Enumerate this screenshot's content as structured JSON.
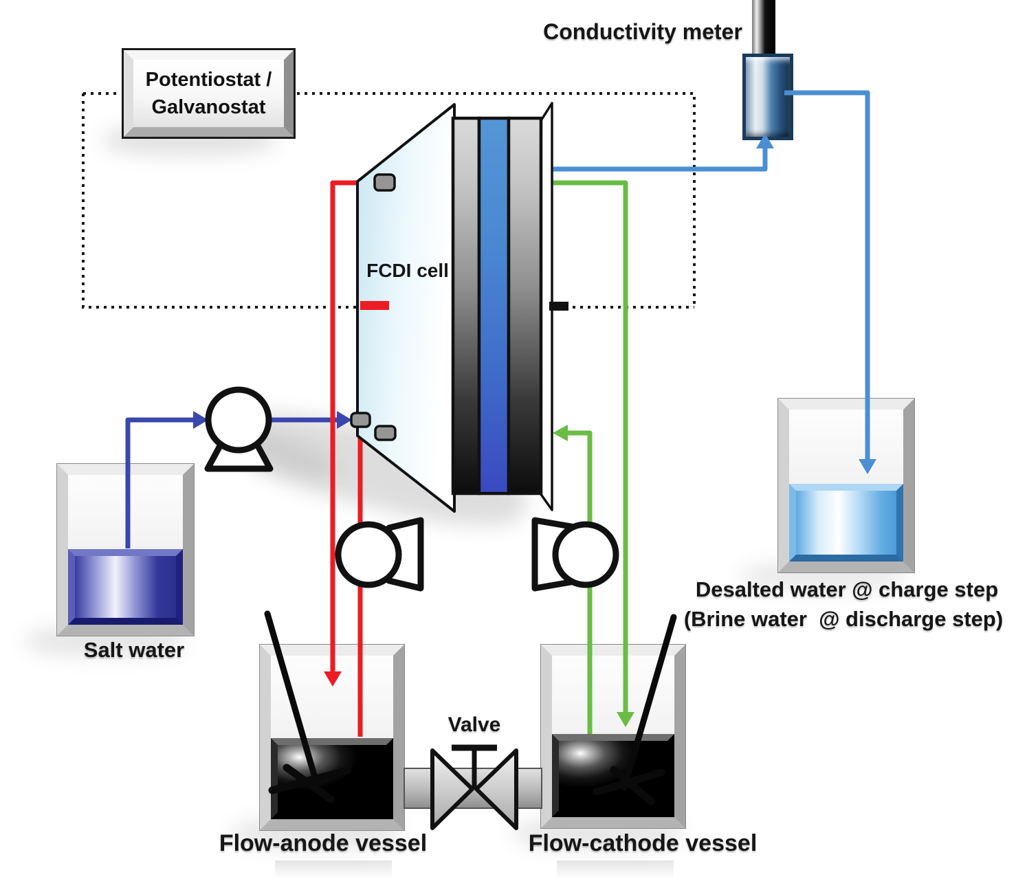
{
  "labels": {
    "conductivity_meter": "Conductivity meter",
    "potentiostat_line1": "Potentiostat /",
    "potentiostat_line2": "Galvanostat",
    "fcdi_cell": "FCDI cell",
    "salt_water": "Salt water",
    "flow_anode_vessel": "Flow-anode vessel",
    "flow_cathode_vessel": "Flow-cathode vessel",
    "valve": "Valve",
    "desalted_line1": "Desalted water @ charge step",
    "desalted_line2": "(Brine water  @ discharge step)"
  },
  "colors": {
    "feed_line": "#3a47ae",
    "product_line": "#4b8fd2",
    "anode_line": "#ec1c24",
    "cathode_line": "#6abc45",
    "spacer_channel": "#3f7ed0",
    "salt_liquid": "#2e3192",
    "desalted_liquid": "#5fb0e8",
    "electrode_slurry": "#0a0a0a"
  }
}
